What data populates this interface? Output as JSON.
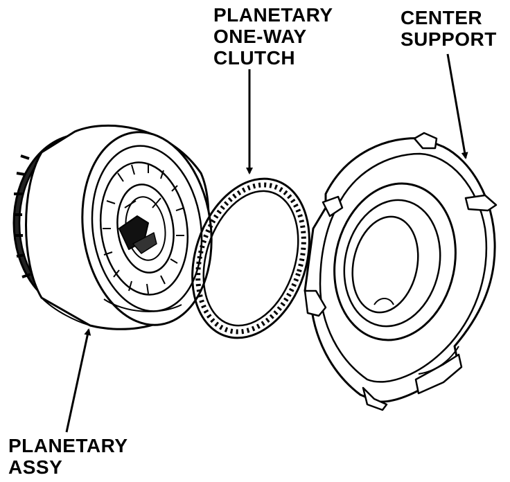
{
  "labels": {
    "clutch": [
      "PLANETARY",
      "ONE-WAY",
      "CLUTCH"
    ],
    "support": [
      "CENTER",
      "SUPPORT"
    ],
    "assy": [
      "PLANETARY",
      "ASSY"
    ]
  },
  "colors": {
    "ink": "#000000",
    "paper": "#ffffff"
  }
}
